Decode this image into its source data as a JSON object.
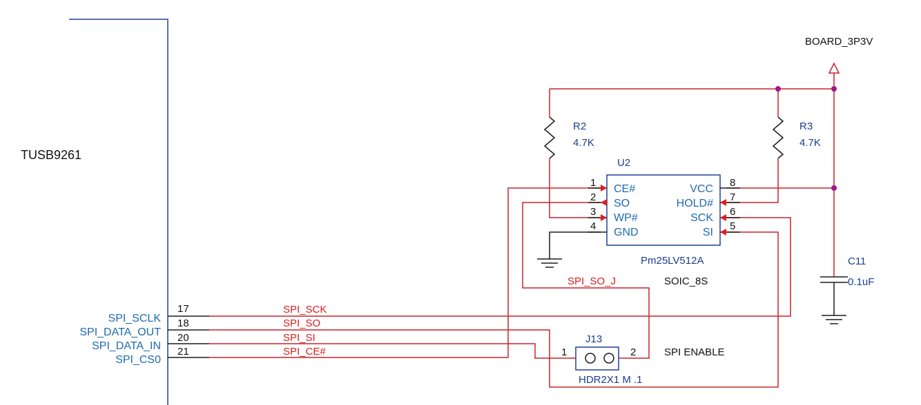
{
  "mcu": {
    "name": "TUSB9261",
    "pins": [
      {
        "label": "SPI_SCLK",
        "num": "17",
        "net": "SPI_SCK"
      },
      {
        "label": "SPI_DATA_OUT",
        "num": "18",
        "net": "SPI_SO"
      },
      {
        "label": "SPI_DATA_IN",
        "num": "20",
        "net": "SPI_SI"
      },
      {
        "label": "SPI_CS0",
        "num": "21",
        "net": "SPI_CE#"
      }
    ]
  },
  "power": {
    "label": "BOARD_3P3V"
  },
  "r2": {
    "ref": "R2",
    "value": "4.7K"
  },
  "r3": {
    "ref": "R3",
    "value": "4.7K"
  },
  "c11": {
    "ref": "C11",
    "value": "0.1uF"
  },
  "u2": {
    "ref": "U2",
    "part": "Pm25LV512A",
    "package": "SOIC_8S",
    "left_pins": [
      {
        "num": "1",
        "name": "CE#"
      },
      {
        "num": "2",
        "name": "SO"
      },
      {
        "num": "3",
        "name": "WP#"
      },
      {
        "num": "4",
        "name": "GND"
      }
    ],
    "right_pins": [
      {
        "num": "8",
        "name": "VCC"
      },
      {
        "num": "7",
        "name": "HOLD#"
      },
      {
        "num": "6",
        "name": "SCK"
      },
      {
        "num": "5",
        "name": "SI"
      }
    ]
  },
  "net_so_j": "SPI_SO_J",
  "j13": {
    "ref": "J13",
    "part": "HDR2X1 M .1",
    "pin1": "1",
    "pin2": "2",
    "function": "SPI ENABLE"
  }
}
